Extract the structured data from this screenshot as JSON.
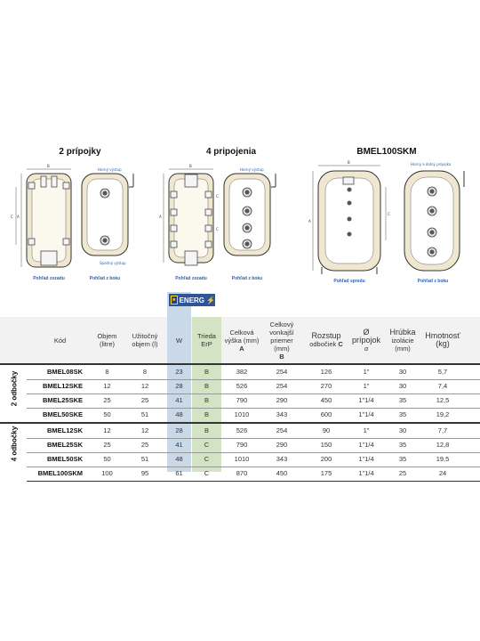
{
  "sections": {
    "s1_title": "2 prípojky",
    "s2_title": "4 pripojenia",
    "s3_title": "BMEL100SKM",
    "s1_captions": [
      "Pohľad zozadu",
      "Pohľad z boku"
    ],
    "s2_captions": [
      "Pohľad zozadu",
      "Pohľad z boku"
    ],
    "s3_captions": [
      "Pohľad spredu",
      "Pohľad z boku"
    ],
    "small_labels": [
      "Horný výstup",
      "Spodný výstup",
      "Horný a dolný prípojka"
    ],
    "dim_letters": [
      "A",
      "B",
      "C",
      "W",
      "Ø"
    ]
  },
  "energy_logo": {
    "text": "ENERG",
    "symbol": "⚡"
  },
  "headers": {
    "kod": "Kód",
    "objem": "Objem (litre)",
    "uzitocny": "Užitočný objem (l)",
    "w": "W",
    "trieda": "Trieda ErP",
    "vyska": "Celková výška (mm)",
    "vyska_letter": "A",
    "priemer": "Celkový vonkajší priemer (mm)",
    "priemer_letter": "B",
    "rozstup": "Rozstup",
    "rozstup_sub": "odbočiek",
    "rozstup_letter": "C",
    "pripojok": "Ø prípojok",
    "pripojok_sym": "α",
    "hrubka": "Hrúbka",
    "hrubka_sub": "izolácie (mm)",
    "hmotnost": "Hmotnosť (kg)"
  },
  "groups": [
    {
      "label": "2 odbočky"
    },
    {
      "label": "4 odbočky"
    }
  ],
  "rows": [
    [
      "BMEL08SK",
      "8",
      "8",
      "23",
      "B",
      "382",
      "254",
      "126",
      "1\"",
      "30",
      "5,7"
    ],
    [
      "BMEL12SKE",
      "12",
      "12",
      "28",
      "B",
      "526",
      "254",
      "270",
      "1\"",
      "30",
      "7,4"
    ],
    [
      "BMEL25SKE",
      "25",
      "25",
      "41",
      "B",
      "790",
      "290",
      "450",
      "1\"1/4",
      "35",
      "12,5"
    ],
    [
      "BMEL50SKE",
      "50",
      "51",
      "48",
      "B",
      "1010",
      "343",
      "600",
      "1\"1/4",
      "35",
      "19,2"
    ],
    [
      "BMEL12SK",
      "12",
      "12",
      "28",
      "B",
      "526",
      "254",
      "90",
      "1\"",
      "30",
      "7,7"
    ],
    [
      "BMEL25SK",
      "25",
      "25",
      "41",
      "C",
      "790",
      "290",
      "150",
      "1\"1/4",
      "35",
      "12,8"
    ],
    [
      "BMEL50SK",
      "50",
      "51",
      "48",
      "C",
      "1010",
      "343",
      "200",
      "1\"1/4",
      "35",
      "19,5"
    ],
    [
      "BMEL100SKM",
      "100",
      "95",
      "61",
      "C",
      "870",
      "450",
      "175",
      "1\"1/4",
      "25",
      "24"
    ]
  ]
}
